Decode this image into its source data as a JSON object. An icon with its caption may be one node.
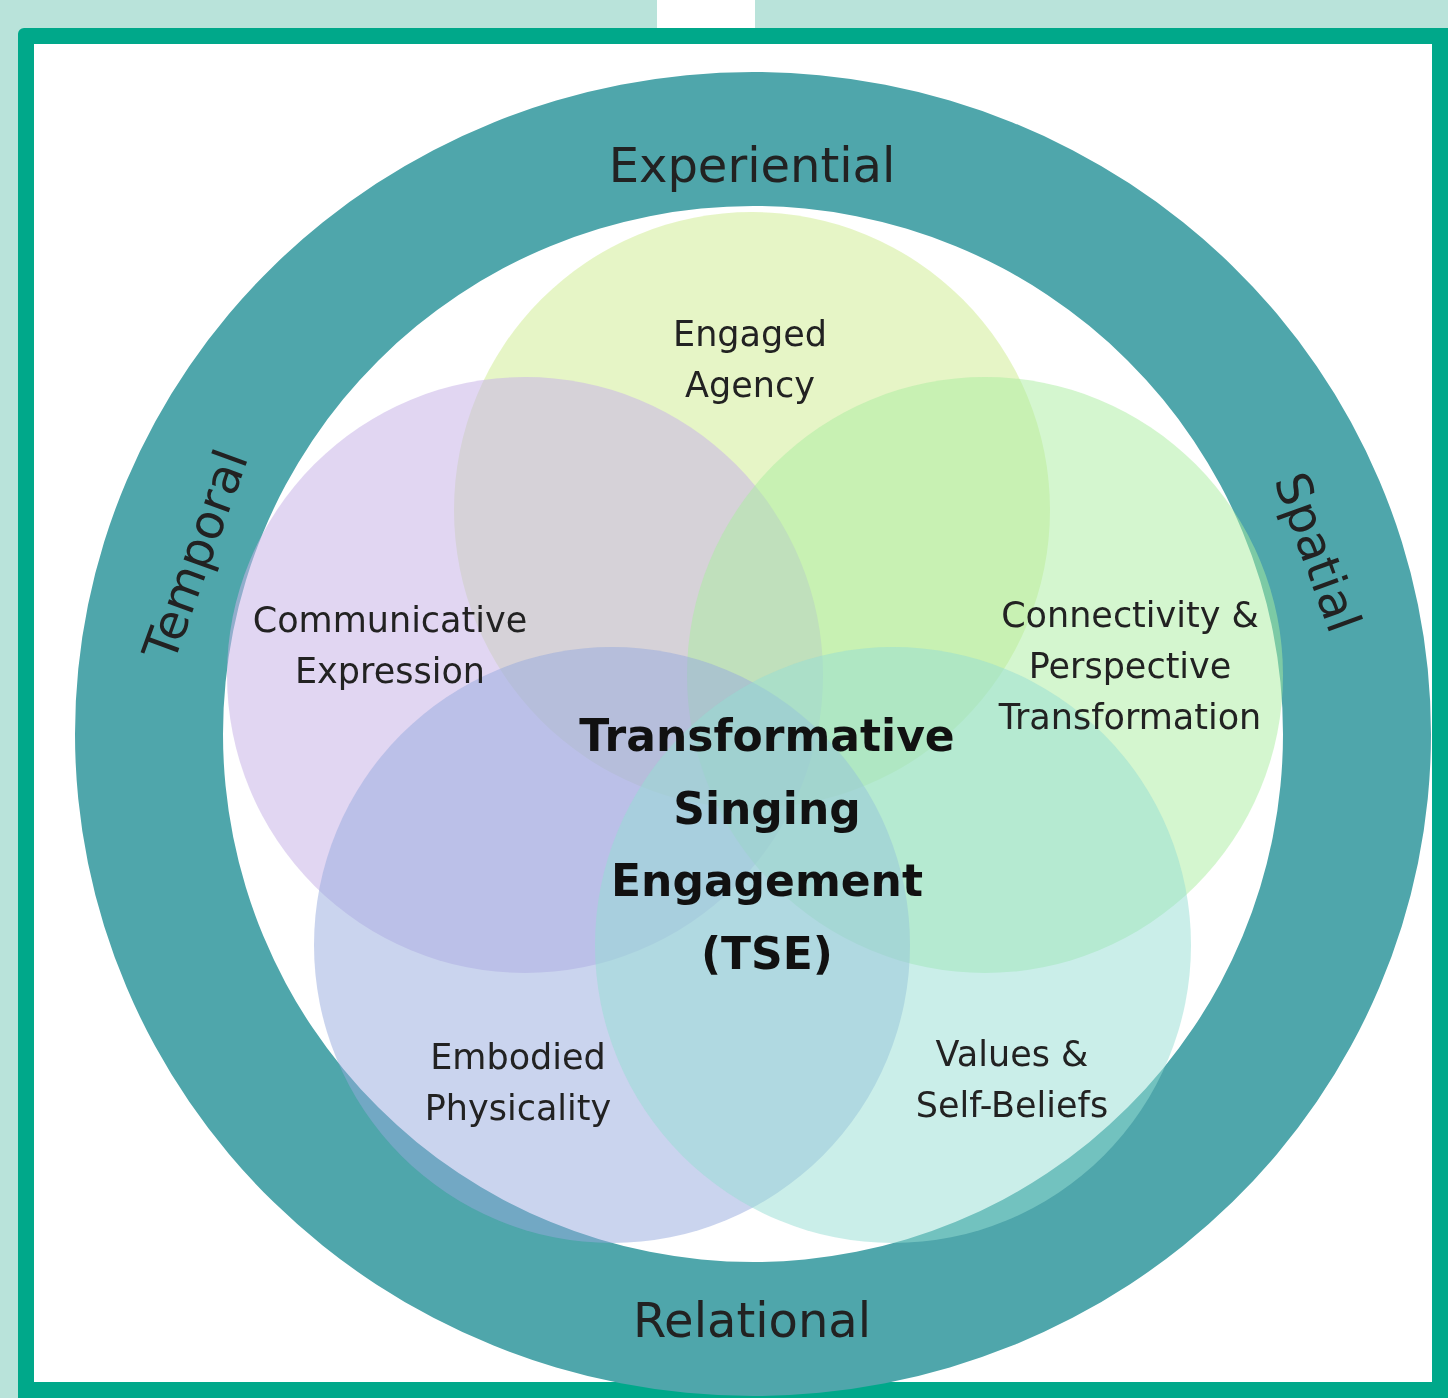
{
  "diagram": {
    "nodes": [
      {
        "text": [
          "Experiential",
          "Spatial",
          "Relational",
          "Temporal"
        ]
      },
      {
        "text": [
          "Engaged Agency"
        ],
        "in": 0
      },
      {
        "text": [
          "Communicative Expression"
        ],
        "in": 0
      },
      {
        "text": [
          "Connectivity & Perspective Transformation"
        ],
        "in": 0
      },
      {
        "text": [
          "Embodied Physicality"
        ],
        "in": 0
      },
      {
        "text": [
          "Values & Self-Beliefs"
        ],
        "in": 0
      }
    ],
    "labels": [
      "Transformative Singing Engagement (TSE)"
    ]
  }
}
